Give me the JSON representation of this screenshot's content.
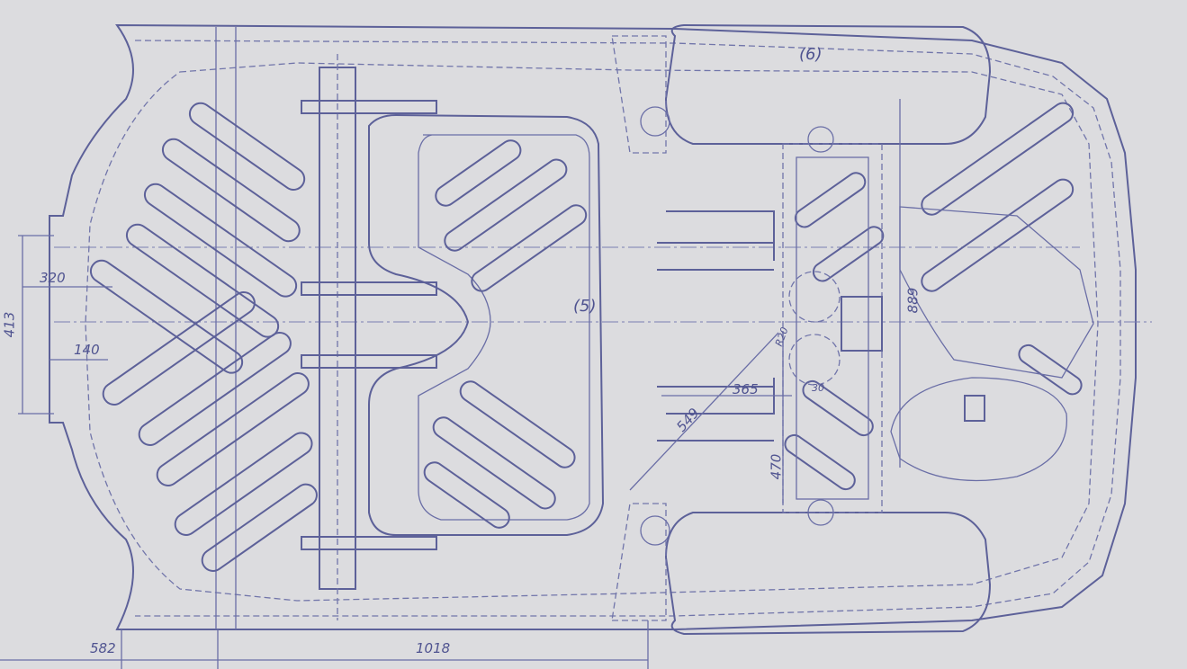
{
  "drawing": {
    "part_labels": {
      "rear_seat_well": "(6)",
      "floor_pan": "(5)"
    },
    "dimensions": {
      "d320": "320",
      "d413": "413",
      "d140": "140",
      "d889": "889",
      "d365": "365",
      "d549": "549",
      "d470": "470",
      "d582": "582",
      "d1018": "1018",
      "r20": "R20",
      "d30": "30"
    },
    "colors": {
      "paper": "#dcdcdf",
      "ink": "#5d6199"
    }
  }
}
